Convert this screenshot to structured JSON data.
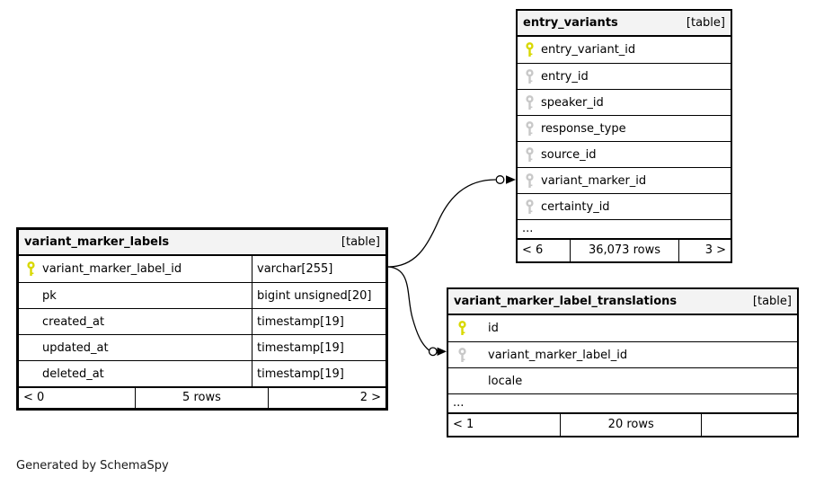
{
  "generator_note": "Generated by SchemaSpy",
  "colors": {
    "primary_key": "#d8d800",
    "foreign_key": "#c8c8c8",
    "header_bg": "#f3f3f3",
    "border": "#000000"
  },
  "tables": [
    {
      "name": "entry_variants",
      "tag": "[table]",
      "emphasized": false,
      "rows": [
        {
          "name": "entry_variant_id",
          "key": "primary"
        },
        {
          "name": "entry_id",
          "key": "foreign"
        },
        {
          "name": "speaker_id",
          "key": "foreign"
        },
        {
          "name": "response_type",
          "key": "foreign"
        },
        {
          "name": "source_id",
          "key": "foreign"
        },
        {
          "name": "variant_marker_id",
          "key": "foreign"
        },
        {
          "name": "certainty_id",
          "key": "foreign"
        }
      ],
      "truncated": "...",
      "footer": [
        "< 6",
        "36,073 rows",
        "3 >"
      ]
    },
    {
      "name": "variant_marker_labels",
      "tag": "[table]",
      "emphasized": true,
      "rows": [
        {
          "name": "variant_marker_label_id",
          "key": "primary",
          "type": "varchar[255]"
        },
        {
          "name": "pk",
          "key": "none",
          "type": "bigint unsigned[20]"
        },
        {
          "name": "created_at",
          "key": "none",
          "type": "timestamp[19]"
        },
        {
          "name": "updated_at",
          "key": "none",
          "type": "timestamp[19]"
        },
        {
          "name": "deleted_at",
          "key": "none",
          "type": "timestamp[19]"
        }
      ],
      "footer": [
        "< 0",
        "5 rows",
        "2 >"
      ]
    },
    {
      "name": "variant_marker_label_translations",
      "tag": "[table]",
      "emphasized": false,
      "rows": [
        {
          "name": "id",
          "key": "primary"
        },
        {
          "name": "variant_marker_label_id",
          "key": "foreign"
        },
        {
          "name": "locale",
          "key": "none"
        }
      ],
      "truncated": "...",
      "footer": [
        "< 1",
        "20 rows",
        ""
      ]
    }
  ],
  "relationships": [
    {
      "from_table": "variant_marker_labels",
      "from_column": "variant_marker_label_id",
      "to_table": "entry_variants",
      "to_column": "variant_marker_id"
    },
    {
      "from_table": "variant_marker_labels",
      "from_column": "variant_marker_label_id",
      "to_table": "variant_marker_label_translations",
      "to_column": "variant_marker_label_id"
    }
  ]
}
